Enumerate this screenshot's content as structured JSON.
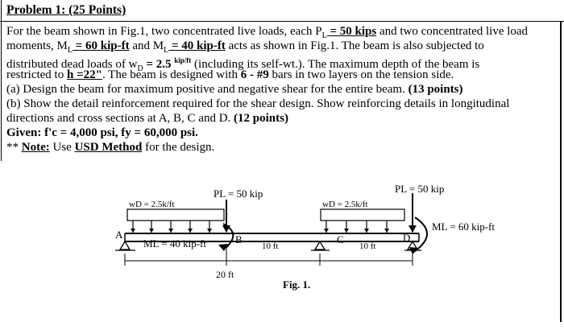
{
  "problem": {
    "title": "Problem 1: (25 Points)"
  },
  "text": {
    "line1": "For the beam shown in Fig.1, two concentrated live loads, each P",
    "line1_sub": "L",
    "line1_val": " = 50 kips",
    "line1_end": " and two concentrated live load",
    "line2_a": "moments, M",
    "line2_sub": "L",
    "line2_val": " = 60 kip-ft",
    "line2_and": " and M",
    "line2_sub2": "L",
    "line2_val2": " = 40 kip-ft",
    "line2_end": " acts as shown in Fig.1. The beam is also subjected to",
    "line3_a": "distributed dead loads of w",
    "line3_sub": "D",
    "line3_val": " = 2.5",
    "line3_unit": "kip/ft",
    "line3_end": " (including its self-wt.). The maximum depth of the beam is",
    "line4_a": "restricted to ",
    "line4_val": "h =22\"",
    "line4_b": ". The beam is designed with ",
    "line4_bars": "6 - #9",
    "line4_end": " bars in two layers on the tension side.",
    "line5_a": "(a) Design the beam for maximum positive and negative shear for the entire beam. ",
    "line5_pts": "(13 points)",
    "line6": "(b) Show the detail reinforcement required for the shear design. Show reinforcing details in longitudinal",
    "line7_a": "directions and cross sections at A, B, C and D. ",
    "line7_pts": "(12 points)",
    "line8": "Given: f'c = 4,000 psi, fy = 60,000 psi.",
    "line9_a": "** ",
    "line9_note": "Note:",
    "line9_b": " Use ",
    "line9_method": "USD Method",
    "line9_end": " for the design."
  },
  "figure": {
    "pl_left": "PL = 50 kip",
    "pl_right": "PL = 50 kip",
    "wd_left": "wD = 2.5k/ft",
    "wd_right": "wD = 2.5k/ft",
    "ml_left": "ML = 40 kip-ft",
    "ml_right": "ML = 60 kip-ft",
    "label_a": "A",
    "label_b": "B",
    "label_c": "C",
    "label_d": "D",
    "dim_10a": "10 ft",
    "dim_10b": "10 ft",
    "dim_20": "20 ft",
    "caption": "Fig. 1."
  }
}
